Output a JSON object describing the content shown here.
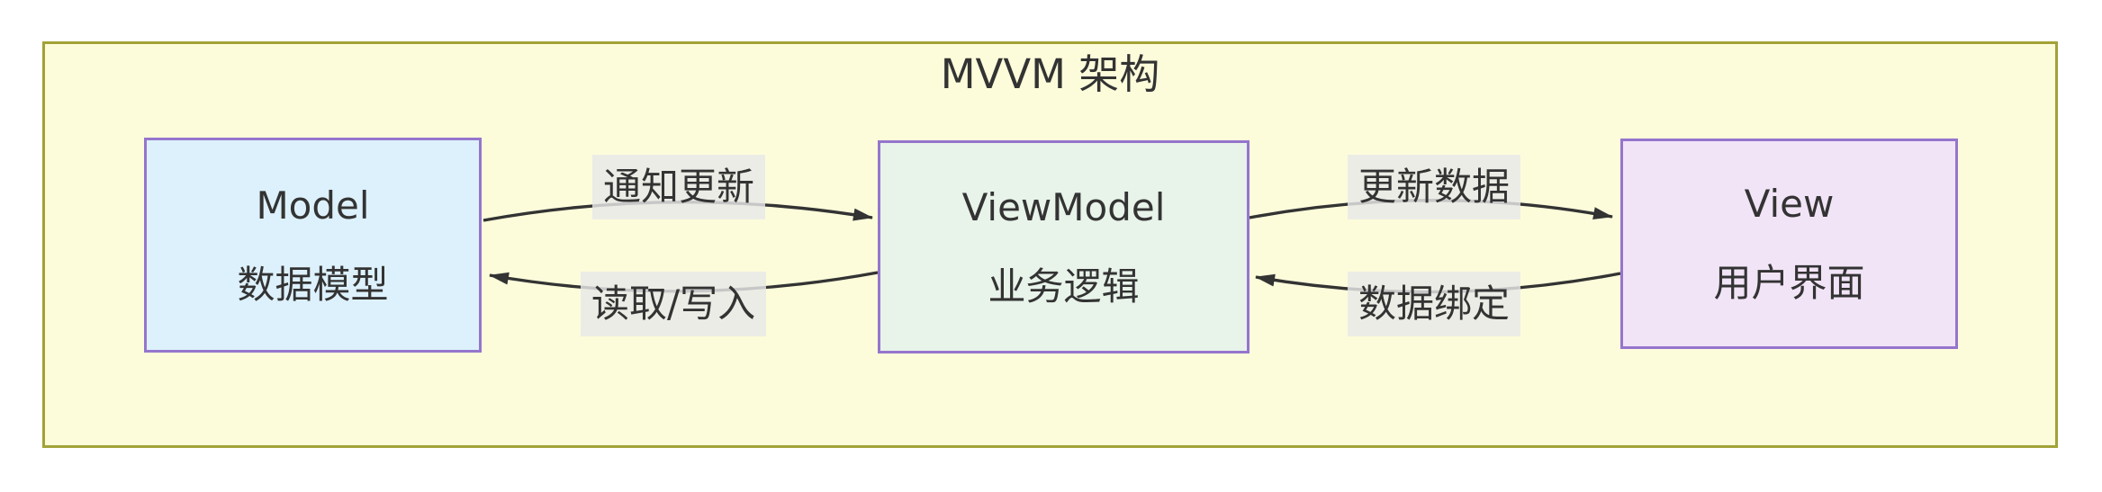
{
  "title": "MVVM 架构",
  "nodes": [
    {
      "id": "model",
      "name": "Model",
      "subtitle": "数据模型",
      "fill": "#ddf1fc"
    },
    {
      "id": "viewmodel",
      "name": "ViewModel",
      "subtitle": "业务逻辑",
      "fill": "#e8f3ea"
    },
    {
      "id": "view",
      "name": "View",
      "subtitle": "用户界面",
      "fill": "#f2e4f7"
    }
  ],
  "edges": [
    {
      "from": "Model",
      "to": "ViewModel",
      "label": "通知更新"
    },
    {
      "from": "ViewModel",
      "to": "Model",
      "label": "读取/写入"
    },
    {
      "from": "ViewModel",
      "to": "View",
      "label": "更新数据"
    },
    {
      "from": "View",
      "to": "ViewModel",
      "label": "数据绑定"
    }
  ],
  "colors": {
    "canvas_background": "#ffffff",
    "cluster_fill": "#fcfcdb",
    "cluster_border": "#a2a238",
    "node_border": "#9575cd",
    "edge_label_background": "#e8e8e8",
    "text": "#333333",
    "arrow": "#333333"
  }
}
